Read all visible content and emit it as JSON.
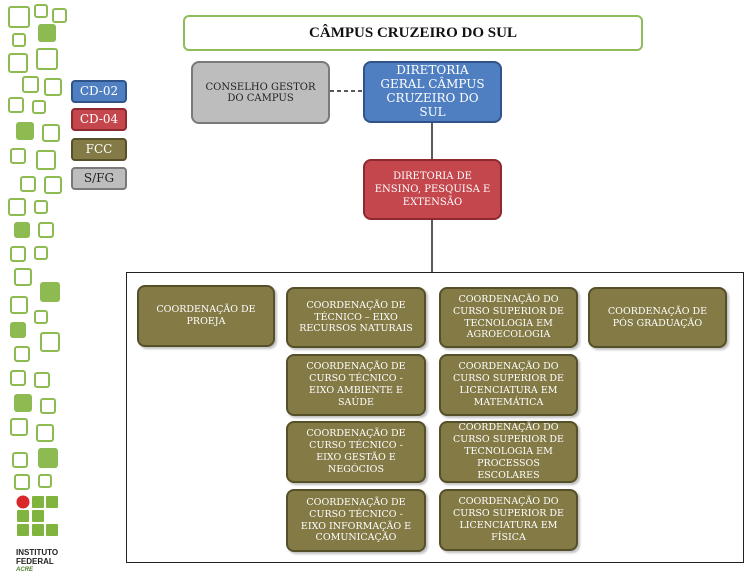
{
  "title": "CÂMPUS CRUZEIRO DO SUL",
  "legend": [
    {
      "label": "CD-02",
      "color": "#4f7fc1"
    },
    {
      "label": "CD-04",
      "color": "#c4474d"
    },
    {
      "label": "FCC",
      "color": "#837a46"
    },
    {
      "label": "S/FG",
      "color": "#bdbdbd"
    }
  ],
  "nodes": {
    "conselho": "CONSELHO GESTOR DO CAMPUS",
    "diretoria_geral": "DIRETORIA GERAL CÂMPUS CRUZEIRO DO SUL",
    "diretoria_ensino": "DIRETORIA DE ENSINO, PESQUISA E EXTENSÃO"
  },
  "coordenacoes": [
    "COORDENAÇÃO DE PROEJA",
    "COORDENAÇÃO DE TÉCNICO – EIXO RECURSOS NATURAIS",
    "COORDENAÇÃO DE CURSO TÉCNICO - EIXO AMBIENTE E SAÚDE",
    "COORDENAÇÃO DE CURSO TÉCNICO - EIXO GESTÃO E NEGÓCIOS",
    "COORDENAÇÃO DE CURSO TÉCNICO - EIXO INFORMAÇÃO E COMUNICAÇÃO",
    "COORDENAÇÃO DO CURSO SUPERIOR DE TECNOLOGIA EM AGROECOLOGIA",
    "COORDENAÇÃO DO CURSO SUPERIOR DE LICENCIATURA EM MATEMÁTICA",
    "COORDENAÇÃO DO CURSO SUPERIOR DE TECNOLOGIA EM PROCESSOS ESCOLARES",
    "COORDENAÇÃO DO CURSO SUPERIOR DE LICENCIATURA EM FÍSICA",
    "COORDENAÇÃO DE PÓS GRADUAÇÃO"
  ],
  "logo": {
    "line1": "INSTITUTO",
    "line2": "FEDERAL",
    "line3": "ACRE",
    "dot_color": "#d8262b",
    "green": "#7fb53f"
  }
}
